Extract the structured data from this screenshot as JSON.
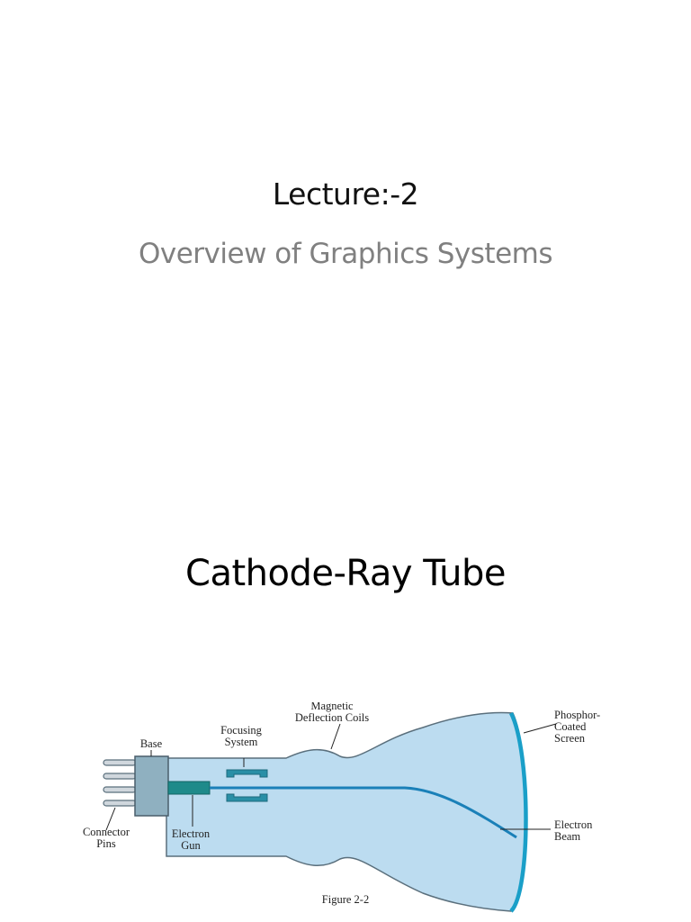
{
  "slide1": {
    "title": "Lecture:-2",
    "subtitle": "Overview of Graphics Systems"
  },
  "slide2": {
    "title": "Cathode-Ray Tube",
    "diagram": {
      "labels": {
        "base": "Base",
        "focusing_1": "Focusing",
        "focusing_2": "System",
        "magnetic_1": "Magnetic",
        "magnetic_2": "Deflection Coils",
        "phosphor_1": "Phosphor-",
        "phosphor_2": "Coated",
        "phosphor_3": "Screen",
        "connector_1": "Connector",
        "connector_2": "Pins",
        "gun_1": "Electron",
        "gun_2": "Gun",
        "beam_1": "Electron",
        "beam_2": "Beam"
      },
      "caption": "Figure 2-2",
      "colors": {
        "tube_fill": "#bcdcf0",
        "tube_stroke": "#5a6f7c",
        "component": "#2a8fa6",
        "screen": "#1a9fc8"
      }
    }
  }
}
